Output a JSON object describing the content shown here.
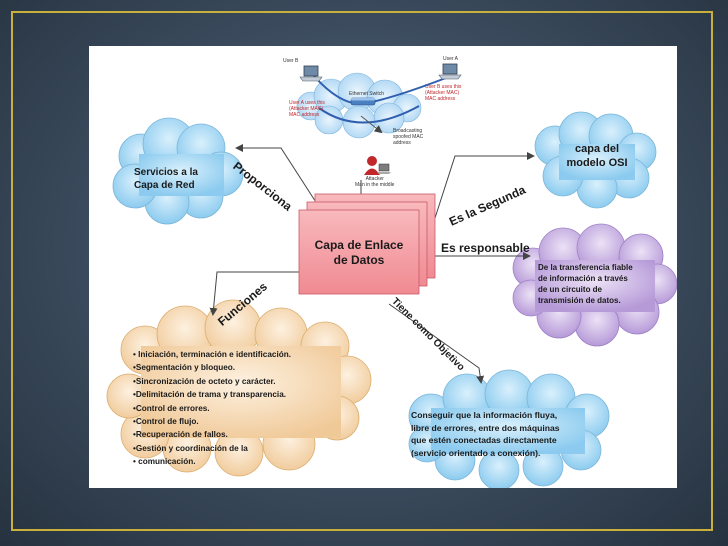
{
  "network_labels": {
    "user_b": "User B",
    "user_a": "User A",
    "a_uses": [
      "User A uses this",
      "(Attacker MAC)",
      "MAC address"
    ],
    "b_uses": [
      "User B uses this",
      "(Attacker MAC)",
      "MAC address"
    ],
    "switch": "Ethernet Switch",
    "broadcasting": [
      "Broadcasting",
      "spoofed MAC",
      "address"
    ],
    "attacker": [
      "Attacker",
      "Man in the middle"
    ]
  },
  "center": {
    "line1": "Capa de Enlace",
    "line2": "de Datos"
  },
  "connectors": {
    "proporciona": "Proporciona",
    "es_la_segunda": "Es la Segunda",
    "es_responsable": "Es responsable",
    "funciones": "Funciones",
    "tiene_objetivo": "Tiene como Objetivo"
  },
  "clouds": {
    "servicios": [
      "Servicios a la",
      "Capa de Red"
    ],
    "osi": [
      "capa del",
      "modelo OSI"
    ],
    "responsable": [
      "De la transferencia fiable",
      "de información a través",
      "de un circuito de",
      "transmisión de datos."
    ],
    "funciones": [
      "• Iniciación, terminación e identificación.",
      "•Segmentación y bloqueo.",
      "•Sincronización de octeto y carácter.",
      "•Delimitación de trama y transparencia.",
      "•Control de errores.",
      "•Control de flujo.",
      "•Recuperación de fallos.",
      "•Gestión y coordinación de la",
      "• comunicación."
    ],
    "objetivo": [
      "Conseguir que la información fluya,",
      "libre de errores, entre dos máquinas",
      "que estén conectadas directamente",
      "(servicio orientado a conexión)."
    ]
  },
  "colors": {
    "blue_cloud": "#9fd3f2",
    "purple_cloud": "#c9b3e3",
    "tan_cloud": "#f3d8b3",
    "pink_box": "#f6a8ad",
    "frame": "#c9b03a"
  }
}
